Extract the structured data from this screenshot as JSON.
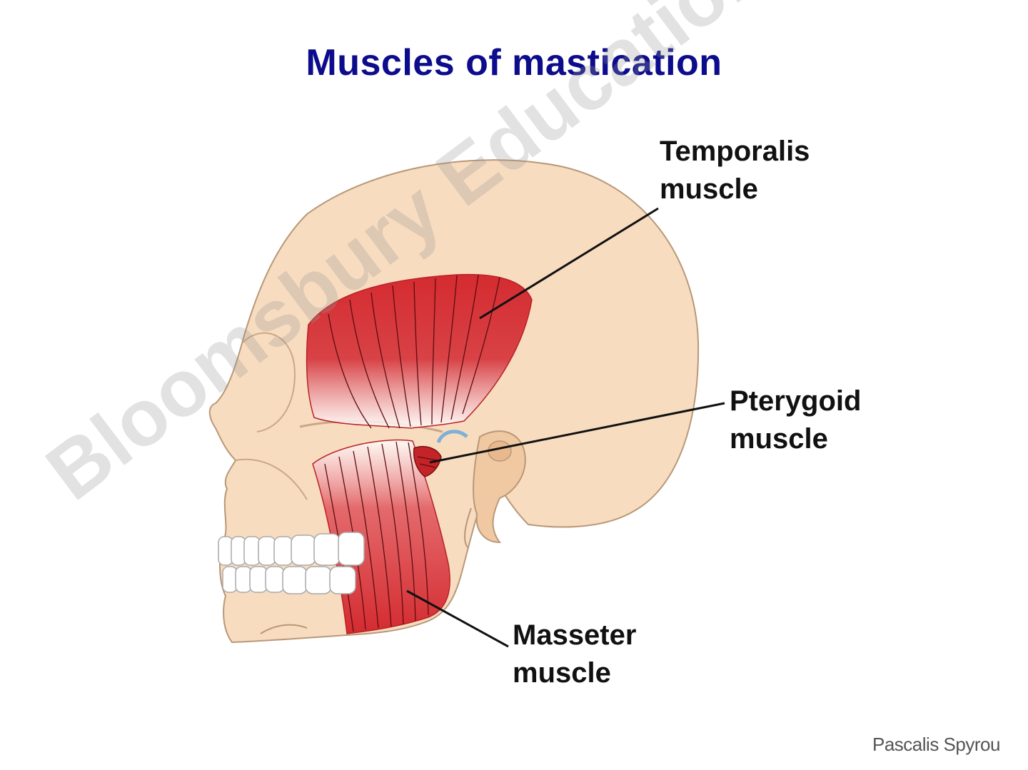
{
  "title": "Muscles of mastication",
  "labels": {
    "temporalis": [
      "Temporalis",
      "muscle"
    ],
    "pterygoid": [
      "Pterygoid",
      "muscle"
    ],
    "masseter": [
      "Masseter",
      "muscle"
    ]
  },
  "credit": "Pascalis Spyrou",
  "watermark": "Bloomsbury Educational Ltd",
  "colors": {
    "title": "#0c0c8c",
    "skull": "#f8dcc0",
    "skull_outline": "#b89878",
    "muscle": "#d42b30",
    "teeth": "#ffffff",
    "ear": "#f0c9a2",
    "leader_lines": "#111111"
  }
}
